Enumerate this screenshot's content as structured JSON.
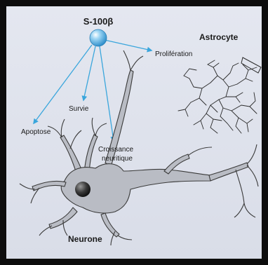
{
  "diagram": {
    "molecule": {
      "label": "S-100β"
    },
    "effects": [
      {
        "id": "apoptose",
        "label": "Apoptose"
      },
      {
        "id": "survie",
        "label": "Survie"
      },
      {
        "id": "croissance",
        "label_line1": "Croissance",
        "label_line2": "neuritique"
      },
      {
        "id": "proliferation",
        "label": "Prolifération"
      }
    ],
    "cells": {
      "astrocyte": {
        "label": "Astrocyte"
      },
      "neurone": {
        "label": "Neurone"
      }
    },
    "colors": {
      "panel_bg": "#dfe3ee",
      "border": "#0d0d0d",
      "arrow": "#3aa6dc",
      "molecule_fill": "#5fb8ea",
      "neuron_fill": "#b9bcc4",
      "neuron_outline": "#3a3a3a",
      "nucleus": "#2c2c2c",
      "astrocyte_stroke": "#2a2a2a"
    },
    "icons": {
      "molecule": "sphere-icon",
      "neuron": "neuron-cell-icon",
      "astrocyte": "astrocyte-cell-icon"
    }
  }
}
